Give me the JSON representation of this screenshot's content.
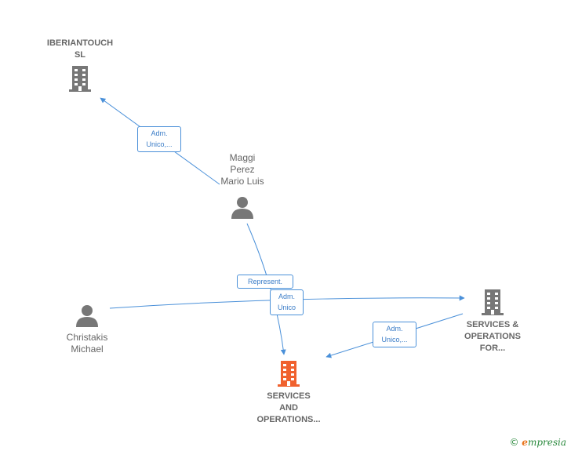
{
  "nodes": {
    "iberiantouch": {
      "label_line1": "IBERIANTOUCH",
      "label_line2": "SL",
      "type": "company",
      "icon": "building-icon"
    },
    "maggi": {
      "label_line1": "Maggi",
      "label_line2": "Perez",
      "label_line3": "Mario Luis",
      "type": "person",
      "icon": "person-icon"
    },
    "christakis": {
      "label_line1": "Christakis",
      "label_line2": "Michael",
      "type": "person",
      "icon": "person-icon"
    },
    "services_for": {
      "label_line1": "SERVICES &",
      "label_line2": "OPERATIONS",
      "label_line3": "FOR...",
      "type": "company",
      "icon": "building-icon"
    },
    "services_main": {
      "label_line1": "SERVICES",
      "label_line2": "AND",
      "label_line3": "OPERATIONS...",
      "type": "company-highlight",
      "icon": "building-icon"
    }
  },
  "edges": {
    "maggi_iberian": {
      "line1": "Adm.",
      "line2": "Unico,..."
    },
    "maggi_services_main": {
      "line1": "Represent."
    },
    "christakis_services_for": {
      "line1": "Adm.",
      "line2": "Unico"
    },
    "services_for_main": {
      "line1": "Adm.",
      "line2": "Unico,..."
    }
  },
  "colors": {
    "edge": "#4a90d9",
    "icon_gray": "#777777",
    "icon_highlight": "#f0612e"
  },
  "brand": {
    "copyright": "©",
    "name": "mpresia",
    "initial": "e"
  }
}
